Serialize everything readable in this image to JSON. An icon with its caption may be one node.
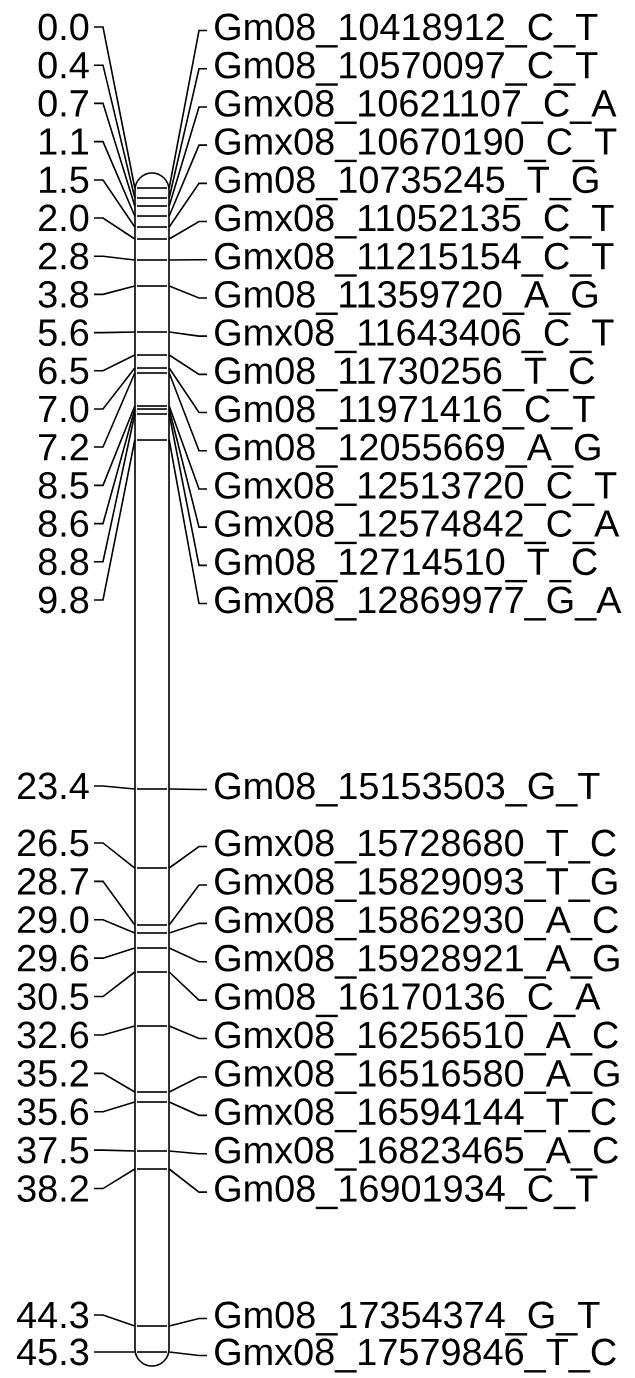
{
  "diagram": {
    "nodes": [
      {
        "text": [],
        "shape": "bar"
      },
      {
        "text": [
          "0.0"
        ]
      },
      {
        "text": [
          "Gm08_10418912_C_T"
        ]
      },
      {
        "text": [],
        "shape": "line",
        "in": 0
      },
      {
        "text": [
          "0.4"
        ]
      },
      {
        "text": [
          "Gm08_10570097_C_T"
        ]
      },
      {
        "text": [],
        "shape": "line",
        "in": 0
      },
      {
        "text": [
          "0.7"
        ]
      },
      {
        "text": [
          "Gmx08_10621107_C_A"
        ]
      },
      {
        "text": [],
        "shape": "line",
        "in": 0
      },
      {
        "text": [
          "1.1"
        ]
      },
      {
        "text": [
          "Gmx08_10670190_C_T"
        ]
      },
      {
        "text": [],
        "shape": "line",
        "in": 0
      },
      {
        "text": [
          "1.5"
        ]
      },
      {
        "text": [
          "Gm08_10735245_T_G"
        ]
      },
      {
        "text": [],
        "shape": "line",
        "in": 0
      },
      {
        "text": [
          "2.0"
        ]
      },
      {
        "text": [
          "Gmx08_11052135_C_T"
        ]
      },
      {
        "text": [],
        "shape": "line",
        "in": 0
      },
      {
        "text": [
          "2.8"
        ]
      },
      {
        "text": [
          "Gmx08_11215154_C_T"
        ]
      },
      {
        "text": [],
        "shape": "line",
        "in": 0
      },
      {
        "text": [
          "3.8"
        ]
      },
      {
        "text": [
          "Gm08_11359720_A_G"
        ]
      },
      {
        "text": [],
        "shape": "line",
        "in": 0
      },
      {
        "text": [
          "5.6"
        ]
      },
      {
        "text": [
          "Gmx08_11643406_C_T"
        ]
      },
      {
        "text": [],
        "shape": "line",
        "in": 0
      },
      {
        "text": [
          "6.5"
        ]
      },
      {
        "text": [
          "Gm08_11730256_T_C"
        ]
      },
      {
        "text": [],
        "shape": "line",
        "in": 0
      },
      {
        "text": [
          "7.0"
        ]
      },
      {
        "text": [
          "Gm08_11971416_C_T"
        ]
      },
      {
        "text": [],
        "shape": "line",
        "in": 0
      },
      {
        "text": [
          "7.2"
        ]
      },
      {
        "text": [
          "Gm08_12055669_A_G"
        ]
      },
      {
        "text": [],
        "shape": "line",
        "in": 0
      },
      {
        "text": [
          "8.5"
        ]
      },
      {
        "text": [
          "Gmx08_12513720_C_T"
        ]
      },
      {
        "text": [],
        "shape": "line",
        "in": 0
      },
      {
        "text": [
          "8.6"
        ]
      },
      {
        "text": [
          "Gmx08_12574842_C_A"
        ]
      },
      {
        "text": [],
        "shape": "line",
        "in": 0
      },
      {
        "text": [
          "8.8"
        ]
      },
      {
        "text": [
          "Gm08_12714510_T_C"
        ]
      },
      {
        "text": [],
        "shape": "line",
        "in": 0
      },
      {
        "text": [
          "9.8"
        ]
      },
      {
        "text": [
          "Gmx08_12869977_G_A"
        ]
      },
      {
        "text": [],
        "shape": "line",
        "in": 0
      },
      {
        "text": [
          "23.4"
        ]
      },
      {
        "text": [
          "Gm08_15153503_G_T"
        ]
      },
      {
        "text": [],
        "shape": "line",
        "in": 0
      },
      {
        "text": [
          "26.5"
        ]
      },
      {
        "text": [
          "Gmx08_15728680_T_C"
        ]
      },
      {
        "text": [],
        "shape": "line",
        "in": 0
      },
      {
        "text": [
          "28.7"
        ]
      },
      {
        "text": [
          "Gmx08_15829093_T_G"
        ]
      },
      {
        "text": [],
        "shape": "line",
        "in": 0
      },
      {
        "text": [
          "29.0"
        ]
      },
      {
        "text": [
          "Gmx08_15862930_A_C"
        ]
      },
      {
        "text": [],
        "shape": "line",
        "in": 0
      },
      {
        "text": [
          "29.6"
        ]
      },
      {
        "text": [
          "Gmx08_15928921_A_G"
        ]
      },
      {
        "text": [],
        "shape": "line",
        "in": 0
      },
      {
        "text": [
          "30.5"
        ]
      },
      {
        "text": [
          "Gm08_16170136_C_A"
        ]
      },
      {
        "text": [],
        "shape": "line",
        "in": 0
      },
      {
        "text": [
          "32.6"
        ]
      },
      {
        "text": [
          "Gmx08_16256510_A_C"
        ]
      },
      {
        "text": [],
        "shape": "line",
        "in": 0
      },
      {
        "text": [
          "35.2"
        ]
      },
      {
        "text": [
          "Gmx08_16516580_A_G"
        ]
      },
      {
        "text": [],
        "shape": "line",
        "in": 0
      },
      {
        "text": [
          "35.6"
        ]
      },
      {
        "text": [
          "Gmx08_16594144_T_C"
        ]
      },
      {
        "text": [],
        "shape": "line",
        "in": 0
      },
      {
        "text": [
          "37.5"
        ]
      },
      {
        "text": [
          "Gmx08_16823465_A_C"
        ]
      },
      {
        "text": [],
        "shape": "line",
        "in": 0
      },
      {
        "text": [
          "38.2"
        ]
      },
      {
        "text": [
          "Gm08_16901934_C_T"
        ]
      },
      {
        "text": [],
        "shape": "line",
        "in": 0
      },
      {
        "text": [
          "44.3"
        ]
      },
      {
        "text": [
          "Gm08_17354374_G_T"
        ]
      },
      {
        "text": [],
        "shape": "line",
        "in": 0
      },
      {
        "text": [
          "45.3"
        ]
      },
      {
        "text": [
          "Gmx08_17579846_T_C"
        ]
      },
      {
        "text": [],
        "shape": "line",
        "in": 0
      }
    ],
    "edges": [
      {
        "from": 1,
        "to": 3,
        "arrow": "none"
      },
      {
        "from": 2,
        "to": 3,
        "arrow": "none"
      },
      {
        "from": 4,
        "to": 6,
        "arrow": "none"
      },
      {
        "from": 5,
        "to": 6,
        "arrow": "none"
      },
      {
        "from": 7,
        "to": 9,
        "arrow": "none"
      },
      {
        "from": 8,
        "to": 9,
        "arrow": "none"
      },
      {
        "from": 10,
        "to": 12,
        "arrow": "none"
      },
      {
        "from": 11,
        "to": 12,
        "arrow": "none"
      },
      {
        "from": 13,
        "to": 15,
        "arrow": "none"
      },
      {
        "from": 14,
        "to": 15,
        "arrow": "none"
      },
      {
        "from": 16,
        "to": 18,
        "arrow": "none"
      },
      {
        "from": 17,
        "to": 18,
        "arrow": "none"
      },
      {
        "from": 19,
        "to": 21,
        "arrow": "none"
      },
      {
        "from": 20,
        "to": 21,
        "arrow": "none"
      },
      {
        "from": 22,
        "to": 24,
        "arrow": "none"
      },
      {
        "from": 23,
        "to": 24,
        "arrow": "none"
      },
      {
        "from": 25,
        "to": 27,
        "arrow": "none"
      },
      {
        "from": 26,
        "to": 27,
        "arrow": "none"
      },
      {
        "from": 28,
        "to": 30,
        "arrow": "none"
      },
      {
        "from": 29,
        "to": 30,
        "arrow": "none"
      },
      {
        "from": 31,
        "to": 33,
        "arrow": "none"
      },
      {
        "from": 32,
        "to": 33,
        "arrow": "none"
      },
      {
        "from": 34,
        "to": 36,
        "arrow": "none"
      },
      {
        "from": 35,
        "to": 36,
        "arrow": "none"
      },
      {
        "from": 37,
        "to": 39,
        "arrow": "none"
      },
      {
        "from": 38,
        "to": 39,
        "arrow": "none"
      },
      {
        "from": 40,
        "to": 42,
        "arrow": "none"
      },
      {
        "from": 41,
        "to": 42,
        "arrow": "none"
      },
      {
        "from": 43,
        "to": 45,
        "arrow": "none"
      },
      {
        "from": 44,
        "to": 45,
        "arrow": "none"
      },
      {
        "from": 46,
        "to": 48,
        "arrow": "none"
      },
      {
        "from": 47,
        "to": 48,
        "arrow": "none"
      },
      {
        "from": 49,
        "to": 51,
        "arrow": "none"
      },
      {
        "from": 50,
        "to": 51,
        "arrow": "none"
      },
      {
        "from": 52,
        "to": 54,
        "arrow": "none"
      },
      {
        "from": 53,
        "to": 54,
        "arrow": "none"
      },
      {
        "from": 55,
        "to": 57,
        "arrow": "none"
      },
      {
        "from": 56,
        "to": 57,
        "arrow": "none"
      },
      {
        "from": 58,
        "to": 60,
        "arrow": "none"
      },
      {
        "from": 59,
        "to": 60,
        "arrow": "none"
      },
      {
        "from": 61,
        "to": 63,
        "arrow": "none"
      },
      {
        "from": 62,
        "to": 63,
        "arrow": "none"
      },
      {
        "from": 64,
        "to": 66,
        "arrow": "none"
      },
      {
        "from": 65,
        "to": 66,
        "arrow": "none"
      },
      {
        "from": 67,
        "to": 69,
        "arrow": "none"
      },
      {
        "from": 68,
        "to": 69,
        "arrow": "none"
      },
      {
        "from": 70,
        "to": 72,
        "arrow": "none"
      },
      {
        "from": 71,
        "to": 72,
        "arrow": "none"
      },
      {
        "from": 73,
        "to": 75,
        "arrow": "none"
      },
      {
        "from": 74,
        "to": 75,
        "arrow": "none"
      },
      {
        "from": 76,
        "to": 78,
        "arrow": "none"
      },
      {
        "from": 77,
        "to": 78,
        "arrow": "none"
      },
      {
        "from": 79,
        "to": 81,
        "arrow": "none"
      },
      {
        "from": 80,
        "to": 81,
        "arrow": "none"
      },
      {
        "from": 82,
        "to": 84,
        "arrow": "none"
      },
      {
        "from": 83,
        "to": 84,
        "arrow": "none"
      },
      {
        "from": 85,
        "to": 87,
        "arrow": "none"
      },
      {
        "from": 86,
        "to": 87,
        "arrow": "none"
      }
    ]
  }
}
